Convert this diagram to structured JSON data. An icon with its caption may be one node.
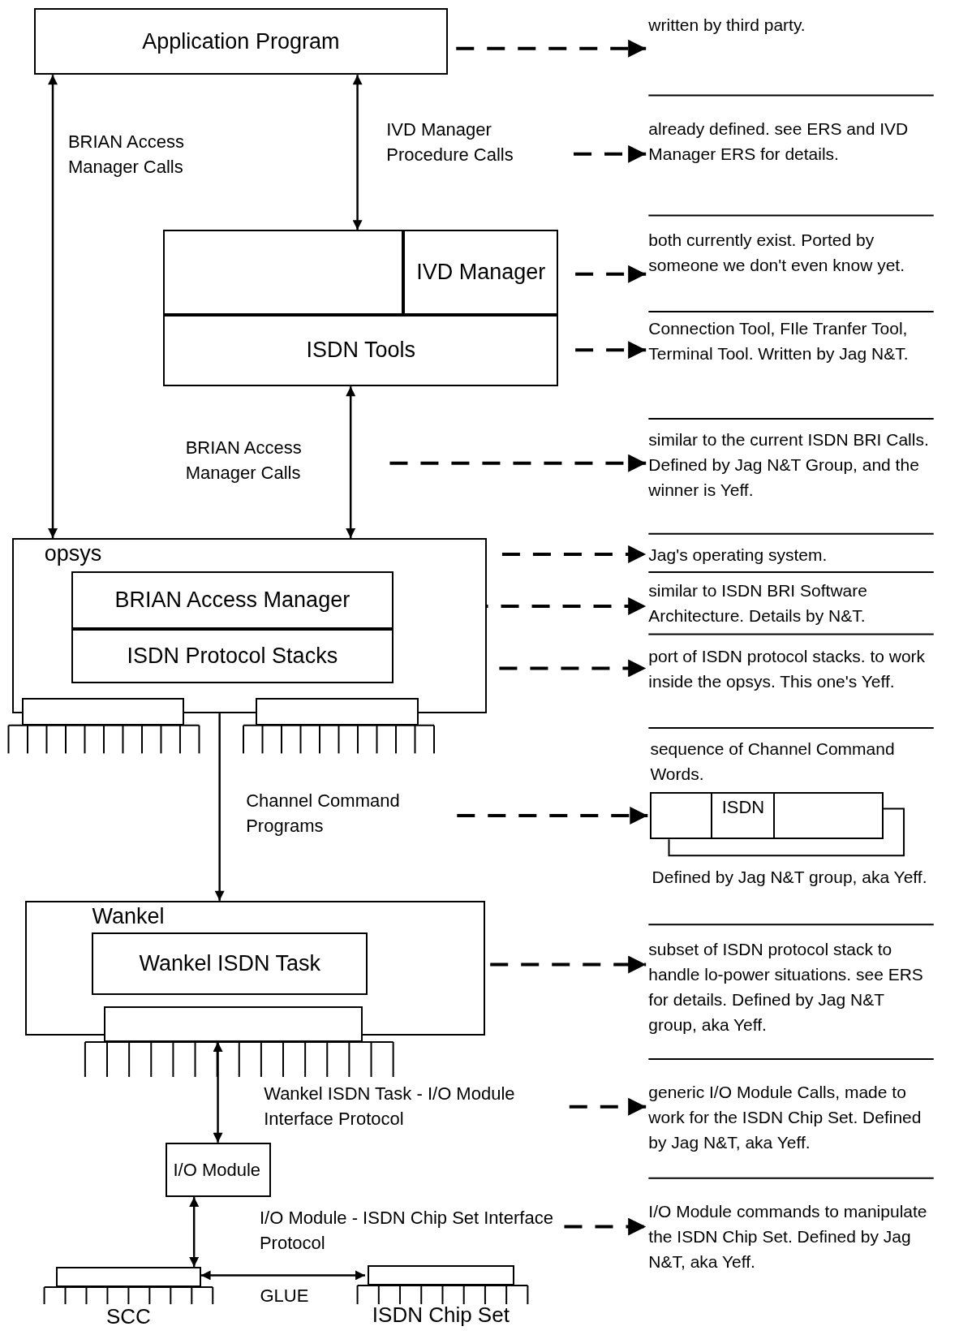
{
  "diagram": {
    "nodes": [
      {
        "text": [
          "Application Program"
        ]
      },
      {
        "text": [],
        "shape": "box"
      },
      {
        "text": [
          "IVD Manager"
        ]
      },
      {
        "text": [
          "ISDN Tools"
        ]
      },
      {
        "text": [
          "opsys"
        ]
      },
      {
        "text": [
          "BRIAN Access Manager"
        ],
        "in": 4
      },
      {
        "text": [
          "ISDN Protocol Stacks"
        ],
        "in": 4
      },
      {
        "text": [],
        "shape": "box"
      },
      {
        "text": [],
        "shape": "box"
      },
      {
        "text": [
          "Wankel"
        ]
      },
      {
        "text": [
          "Wankel ISDN Task"
        ],
        "in": 9
      },
      {
        "text": [],
        "shape": "box"
      },
      {
        "text": [
          "I/O Module"
        ]
      },
      {
        "text": [
          "SCC"
        ]
      },
      {
        "text": [
          "ISDN Chip Set"
        ]
      },
      {
        "text": [
          "ISDN"
        ],
        "beside": [
          "sequence of Channel Command Words.",
          "Defined by Jag N&T group, aka Yeff."
        ]
      },
      {
        "text": [
          "written by third party."
        ]
      },
      {
        "text": [
          "already defined. see ERS and IVD Manager ERS for details."
        ]
      },
      {
        "text": [
          "both currently exist. Ported by someone we don't even know yet."
        ]
      },
      {
        "text": [
          "Connection Tool, FIle Tranfer Tool, Terminal Tool. Written by Jag N&T."
        ]
      },
      {
        "text": [
          "similar to the current ISDN BRI Calls. Defined by Jag N&T Group, and the winner is Yeff."
        ]
      },
      {
        "text": [
          "Jag's operating system."
        ]
      },
      {
        "text": [
          "similar to ISDN BRI Software Architecture. Details by N&T."
        ]
      },
      {
        "text": [
          "port of ISDN protocol stacks. to work inside the opsys. This one's Yeff."
        ]
      },
      {
        "text": [
          "subset of ISDN protocol stack to handle lo-power situations. see ERS for details. Defined by Jag N&T group, aka Yeff."
        ]
      },
      {
        "text": [
          "generic I/O Module Calls, made to work for the ISDN Chip Set. Defined by Jag N&T, aka Yeff."
        ]
      },
      {
        "text": [
          "I/O Module commands to manipulate the ISDN Chip Set. Defined by Jag N&T, aka Yeff."
        ]
      },
      {
        "text": [
          "IVD Manager Procedure Calls"
        ]
      },
      {
        "text": [
          "BRIAN Access Manager Calls"
        ]
      },
      {
        "text": [
          "Channel Command Programs"
        ]
      },
      {
        "text": [
          "Wankel ISDN Task - I/O Module Interface Protocol"
        ]
      },
      {
        "text": [
          "I/O Module - ISDN Chip Set Interface Protocol"
        ]
      }
    ],
    "edges": [
      {
        "from": 0,
        "to": 16,
        "arrow": "to",
        "style": "dashed"
      },
      {
        "from": 27,
        "to": 17,
        "arrow": "to",
        "style": "dashed"
      },
      {
        "from": 2,
        "to": 18,
        "arrow": "to",
        "style": "dashed"
      },
      {
        "from": 3,
        "to": 19,
        "arrow": "to",
        "style": "dashed"
      },
      {
        "from": 28,
        "to": 20,
        "arrow": "to",
        "style": "dashed"
      },
      {
        "from": 4,
        "to": 21,
        "arrow": "to",
        "style": "dashed"
      },
      {
        "from": 5,
        "to": 22,
        "arrow": "to",
        "style": "dashed"
      },
      {
        "from": 6,
        "to": 23,
        "arrow": "to",
        "style": "dashed"
      },
      {
        "from": 29,
        "to": 15,
        "arrow": "to",
        "style": "dashed"
      },
      {
        "from": 9,
        "to": 24,
        "arrow": "to",
        "style": "dashed"
      },
      {
        "from": 30,
        "to": 25,
        "arrow": "to",
        "style": "dashed"
      },
      {
        "from": 31,
        "to": 26,
        "arrow": "to",
        "style": "dashed"
      },
      {
        "from": 0,
        "to": 4,
        "arrow": "both"
      },
      {
        "from": 0,
        "to": 1,
        "arrow": "both"
      },
      {
        "from": 3,
        "to": 4,
        "arrow": "both"
      },
      {
        "from": 4,
        "to": 9,
        "arrow": "to"
      },
      {
        "from": 11,
        "to": 12,
        "arrow": "both"
      },
      {
        "from": 12,
        "to": 13,
        "arrow": "both"
      },
      {
        "from": 13,
        "to": 14,
        "arrow": "both",
        "label": "GLUE"
      }
    ],
    "labels": [
      "BRIAN Access Manager Calls"
    ]
  }
}
